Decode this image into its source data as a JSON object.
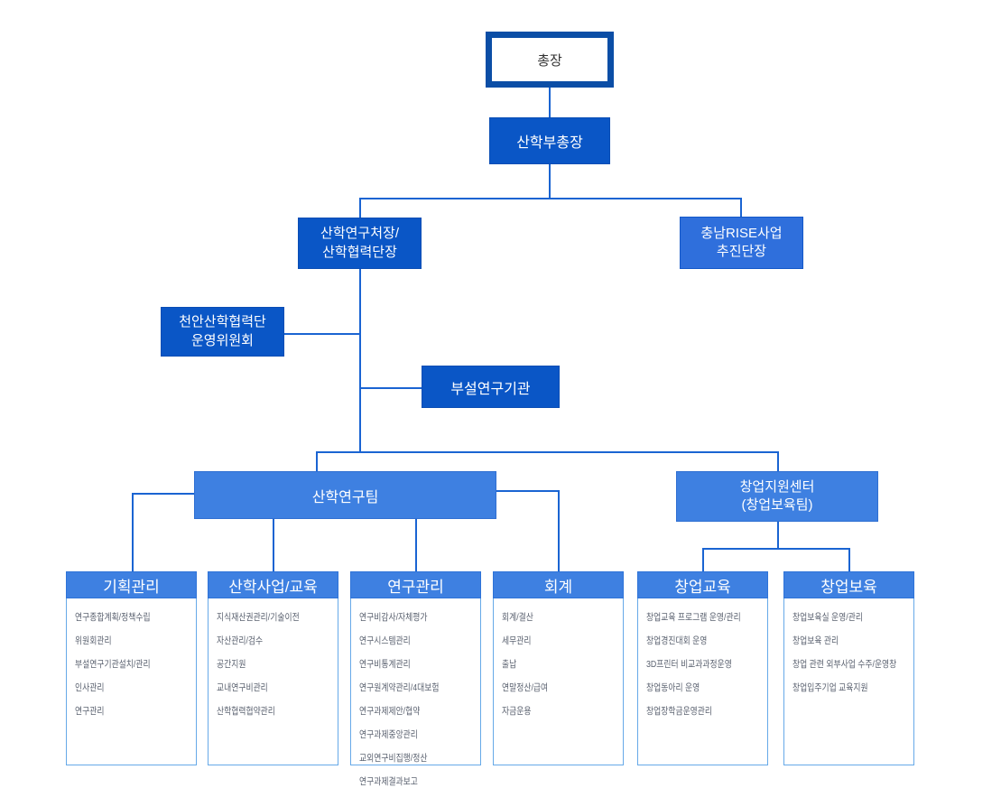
{
  "title": "산학협력단 조직도",
  "colors": {
    "president_border": "#0b4ea6",
    "deep_blue": "#0a56c6",
    "rise_blue": "#2f6fdc",
    "light_blue": "#3e80e1",
    "connector": "#1a64d2",
    "column_border": "#66a9e8",
    "item_text": "#5b6270"
  },
  "nodes": {
    "president": {
      "label": "총장"
    },
    "vice_president": {
      "label": "산학부총장"
    },
    "director": {
      "label": "산학연구처장/\n산학협력단장"
    },
    "rise": {
      "label": "충남RISE사업\n추진단장"
    },
    "committee": {
      "label": "천안산학협력단\n운영위원회"
    },
    "institute": {
      "label": "부설연구기관"
    },
    "research_team": {
      "label": "산학연구팀"
    },
    "startup_center": {
      "label": "창업지원센터\n(창업보육팀)"
    }
  },
  "columns": [
    {
      "title": "기획관리",
      "items": [
        "연구종합계획/정책수립",
        "위원회관리",
        "부설연구기관설치/관리",
        "인사관리",
        "연구관리"
      ]
    },
    {
      "title": "산학사업/교육",
      "items": [
        "지식재산권관리/기술이전",
        "자산관리/검수",
        "공간지원",
        "교내연구비관리",
        "산학협력협약관리"
      ]
    },
    {
      "title": "연구관리",
      "items": [
        "연구비감사/자체평가",
        "연구시스템관리",
        "연구비통계관리",
        "연구원계약관리/4대보험",
        "연구과제제안/협약",
        "연구과제중앙관리",
        "교외연구비집행/정산",
        "연구과제결과보고"
      ]
    },
    {
      "title": "회계",
      "items": [
        "회계/결산",
        "세무관리",
        "출납",
        "연말정산/급여",
        "자금운용"
      ]
    },
    {
      "title": "창업교육",
      "items": [
        "창업교육 프로그램 운영/관리",
        "창업경진대회 운영",
        "3D프린터 비교과과정운영",
        "창업동아리 운영",
        "창업장학금운영관리"
      ]
    },
    {
      "title": "창업보육",
      "items": [
        "창업보육실 운영/관리",
        "창업보육 관리",
        "창업 관련 외부사업 수주/운영창",
        "창업입주기업 교육지원"
      ]
    }
  ]
}
